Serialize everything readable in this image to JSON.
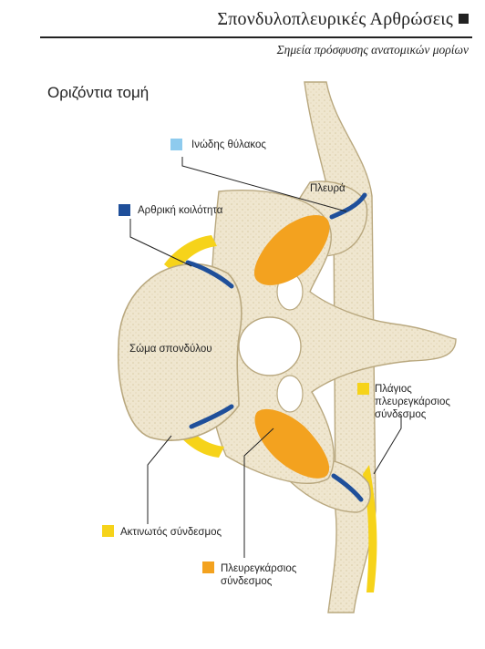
{
  "header": {
    "title": "Σπονδυλοπλευρικές Αρθρώσεις",
    "subtitle": "Σημεία πρόσφυσης ανατομικών μορίων"
  },
  "section": {
    "heading": "Οριζόντια τομή"
  },
  "labels": {
    "capsule": "Ινώδης θύλακος",
    "articular_cavity": "Αρθρική κοιλότητα",
    "rib": "Πλευρά",
    "vertebral_body": "Σώμα σπονδύλου",
    "lateral_ligament_1": "Πλάγιος",
    "lateral_ligament_2": "πλευρεγκάρσιος",
    "lateral_ligament_3": "σύνδεσμος",
    "radiate_ligament": "Ακτινωτός σύνδεσμος",
    "costotransverse_ligament_1": "Πλευρεγκάρσιος",
    "costotransverse_ligament_2": "σύνδεσμος"
  },
  "colors": {
    "bone": "#f0e8d2",
    "bone_stroke": "#b9a87f",
    "capsule": "#8ecbee",
    "articular_cavity": "#1f4f9a",
    "radiate_ligament": "#f6d31a",
    "costotransverse_ligament": "#f3a21f",
    "lateral_costotransverse_ligament": "#f6d31a"
  }
}
